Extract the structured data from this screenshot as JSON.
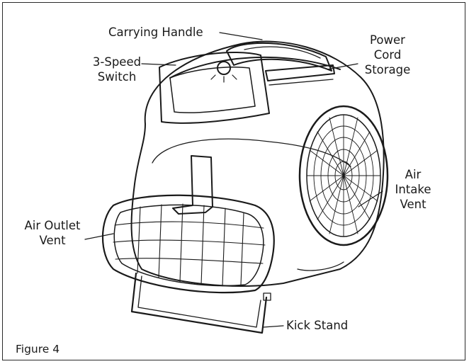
{
  "labels": {
    "carrying_handle": "Carrying Handle",
    "power_cord_storage": [
      "Power",
      "Cord",
      "Storage"
    ],
    "speed_switch": [
      "3-Speed",
      "Switch"
    ],
    "air_intake_vent": [
      "Air",
      "Intake",
      "Vent"
    ],
    "air_outlet_vent": [
      "Air Outlet",
      "Vent"
    ],
    "kick_stand": "Kick Stand"
  },
  "caption": "Figure 4",
  "colors": {
    "ink": "#1a1a1a",
    "frame": "#2a2a2a",
    "background": "#ffffff"
  }
}
